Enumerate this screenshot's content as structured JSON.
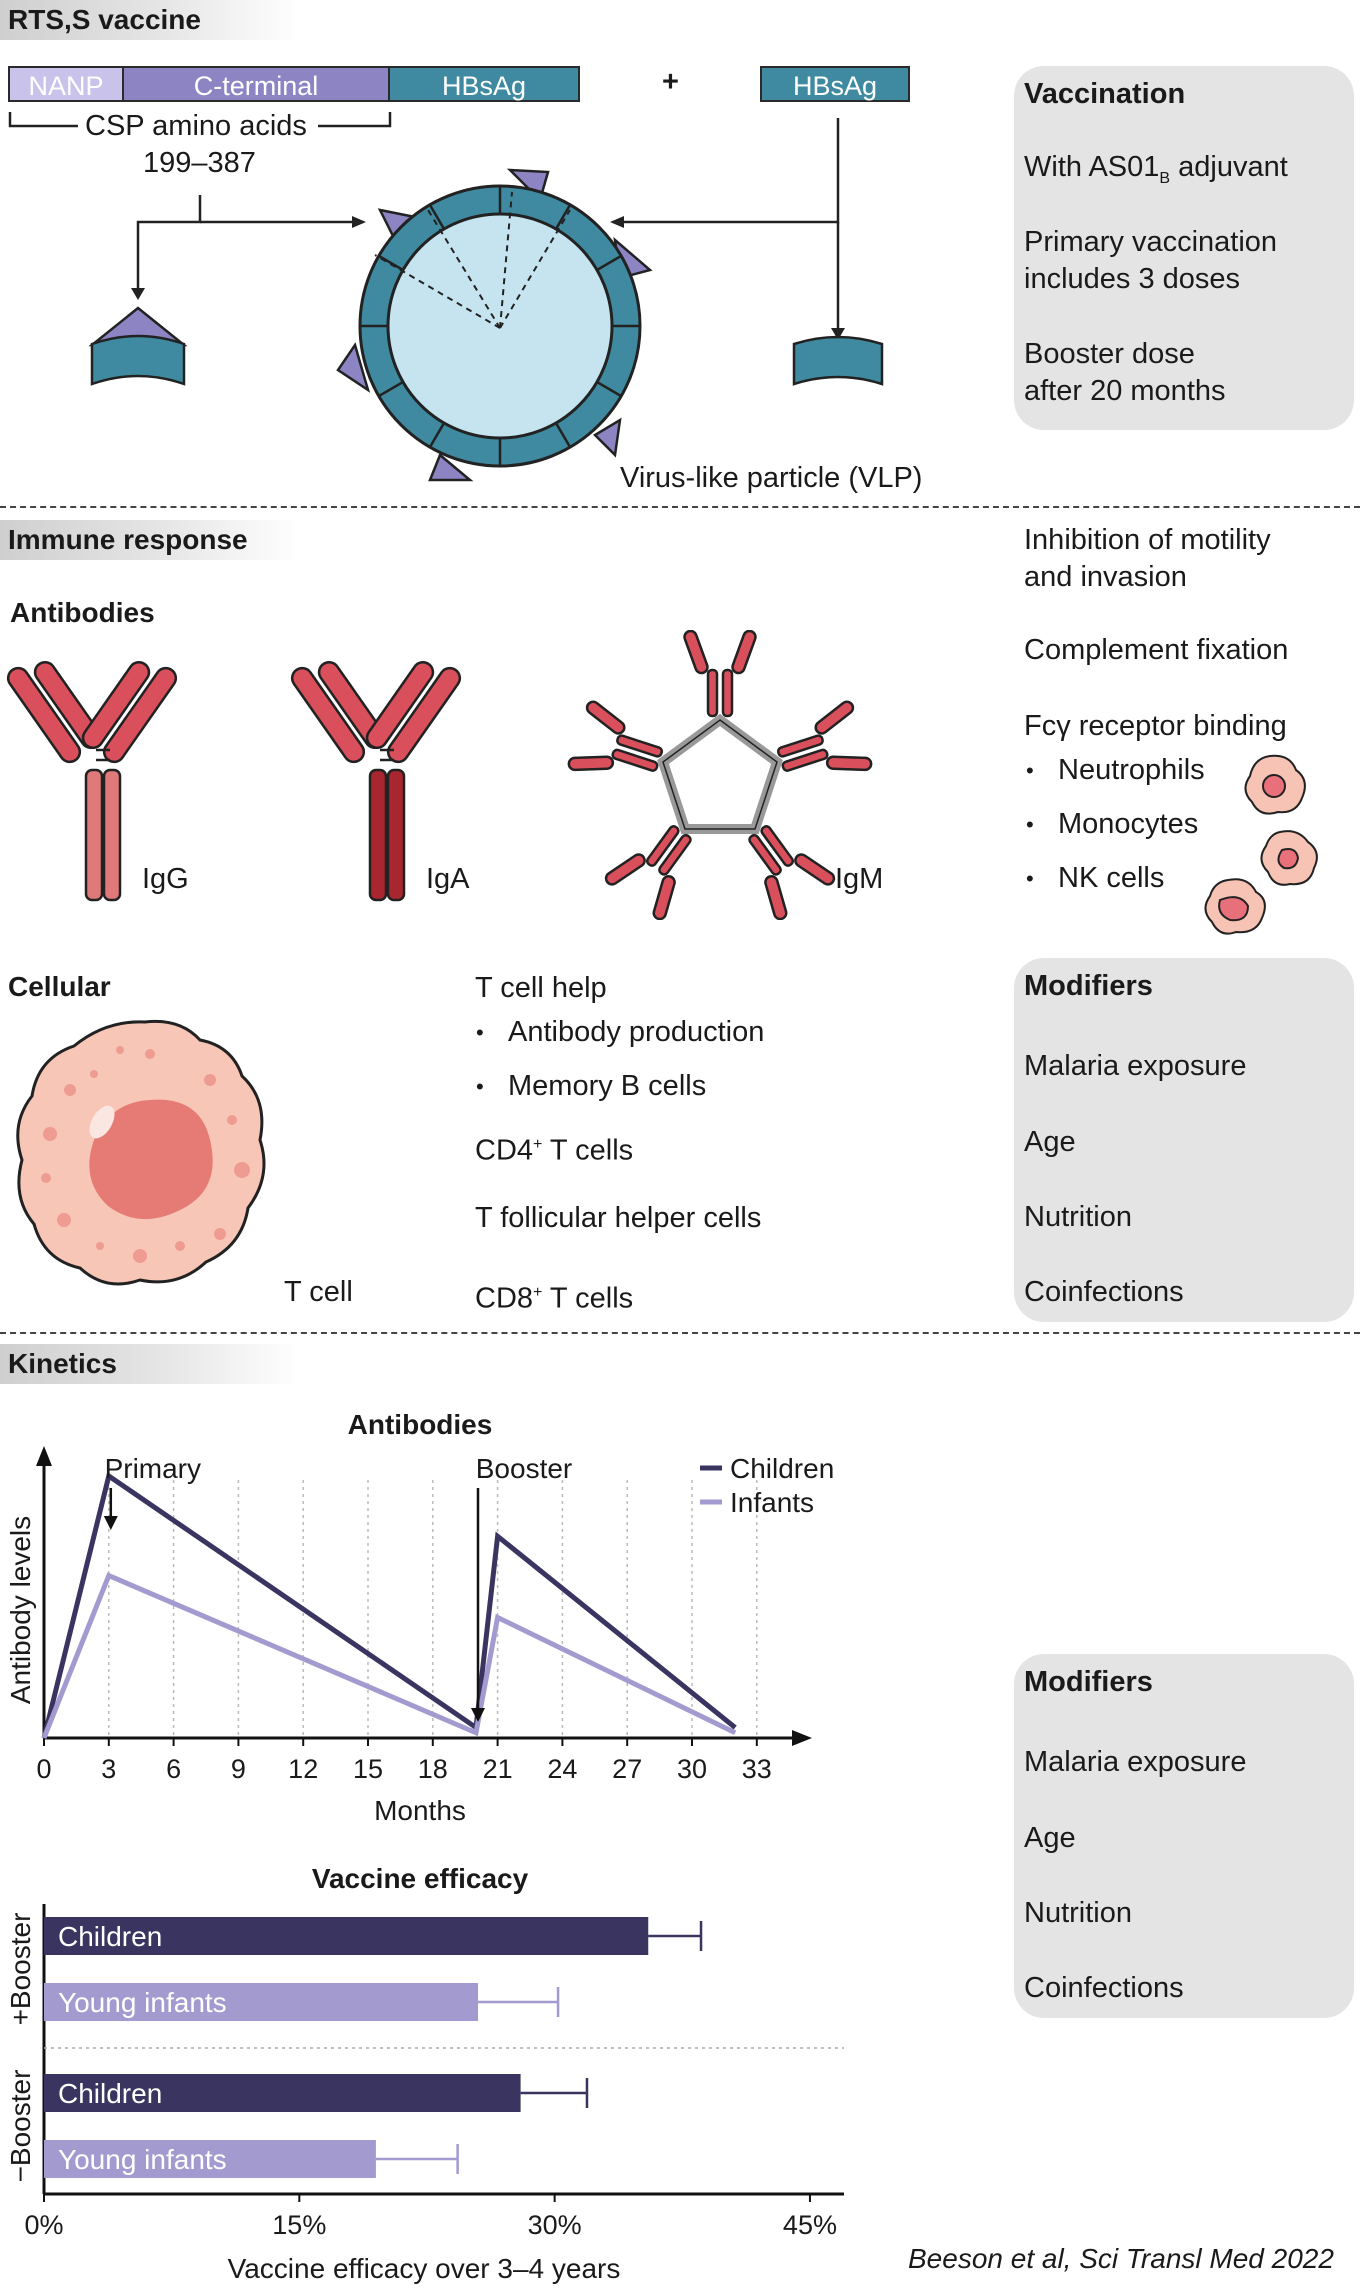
{
  "section1": {
    "header": "RTS,S vaccine",
    "seg_nanp": "NANP",
    "seg_cterminal": "C-terminal",
    "seg_hbsag": "HBsAg",
    "plus": "+",
    "seg_hbsag2": "HBsAg",
    "csp_line1": "CSP amino acids",
    "csp_line2": "199–387",
    "vlp_label": "Virus-like particle (VLP)",
    "vaccination": {
      "title": "Vaccination",
      "adjuvant_pre": "With AS01",
      "adjuvant_sub": "B",
      "adjuvant_post": " adjuvant",
      "primary_l1": "Primary vaccination",
      "primary_l2": "includes 3 doses",
      "booster_l1": "Booster dose",
      "booster_l2": "after 20 months"
    }
  },
  "section2": {
    "header": "Immune response",
    "antibodies_title": "Antibodies",
    "igg": "IgG",
    "iga": "IgA",
    "igm": "IgM",
    "effects": {
      "motility_l1": "Inhibition of motility",
      "motility_l2": "and invasion",
      "complement": "Complement fixation",
      "fc": "Fcγ receptor binding",
      "cells": [
        "Neutrophils",
        "Monocytes",
        "NK cells"
      ]
    },
    "cellular_title": "Cellular",
    "tcell_label": "T cell",
    "tcell_help": "T cell help",
    "help_items": [
      "Antibody production",
      "Memory B cells"
    ],
    "cd4_pre": "CD4",
    "cd4_sup": "+",
    "cd4_post": " T cells",
    "tfh": "T follicular helper cells",
    "cd8_pre": "CD8",
    "cd8_sup": "+",
    "cd8_post": " T cells",
    "modifiers": {
      "title": "Modifiers",
      "items": [
        "Malaria exposure",
        "Age",
        "Nutrition",
        "Coinfections"
      ]
    }
  },
  "section3": {
    "header": "Kinetics",
    "modifiers": {
      "title": "Modifiers",
      "items": [
        "Malaria exposure",
        "Age",
        "Nutrition",
        "Coinfections"
      ]
    },
    "citation": "Beeson et al, Sci Transl Med 2022"
  },
  "colors": {
    "children": "#3a3560",
    "infants": "#a39bd0",
    "hbsag": "#3f8aa0",
    "nanp": "#c9c2ea",
    "cterminal": "#8d84c4",
    "antibody": "#d94f5c",
    "iga_stem": "#a72630",
    "igg_stem": "#e07a7a",
    "panel": "#e4e4e4"
  },
  "chart_data": [
    {
      "type": "line",
      "title": "Antibodies",
      "xlabel": "Months",
      "ylabel": "Antibody levels",
      "x_ticks": [
        "0",
        "3",
        "6",
        "9",
        "12",
        "15",
        "18",
        "21",
        "24",
        "27",
        "30",
        "33"
      ],
      "xlim": [
        0,
        35
      ],
      "grid": "vertical dotted",
      "legend_position": "top-right",
      "annotations": [
        {
          "text": "Primary",
          "x": 3
        },
        {
          "text": "Booster",
          "x": 20
        }
      ],
      "series": [
        {
          "name": "Children",
          "points": [
            [
              0,
              0
            ],
            [
              3,
              1.0
            ],
            [
              20,
              0.04
            ],
            [
              21,
              0.77
            ],
            [
              32,
              0.04
            ]
          ]
        },
        {
          "name": "Infants",
          "points": [
            [
              0,
              0
            ],
            [
              3,
              0.62
            ],
            [
              20,
              0.02
            ],
            [
              21,
              0.46
            ],
            [
              32,
              0.02
            ]
          ]
        }
      ]
    },
    {
      "type": "bar",
      "orientation": "horizontal",
      "title": "Vaccine efficacy",
      "xlabel": "Vaccine efficacy over 3–4 years",
      "xlim": [
        0,
        47
      ],
      "x_ticks": [
        "0%",
        "15%",
        "30%",
        "45%"
      ],
      "groups": [
        {
          "label": "+Booster",
          "bars": [
            {
              "name": "Children",
              "value": 35.5,
              "error_high": 38.6
            },
            {
              "name": "Young infants",
              "value": 25.5,
              "error_high": 30.2
            }
          ]
        },
        {
          "label": "−Booster",
          "bars": [
            {
              "name": "Children",
              "value": 28.0,
              "error_high": 31.9
            },
            {
              "name": "Young infants",
              "value": 19.5,
              "error_high": 24.3
            }
          ]
        }
      ]
    }
  ]
}
